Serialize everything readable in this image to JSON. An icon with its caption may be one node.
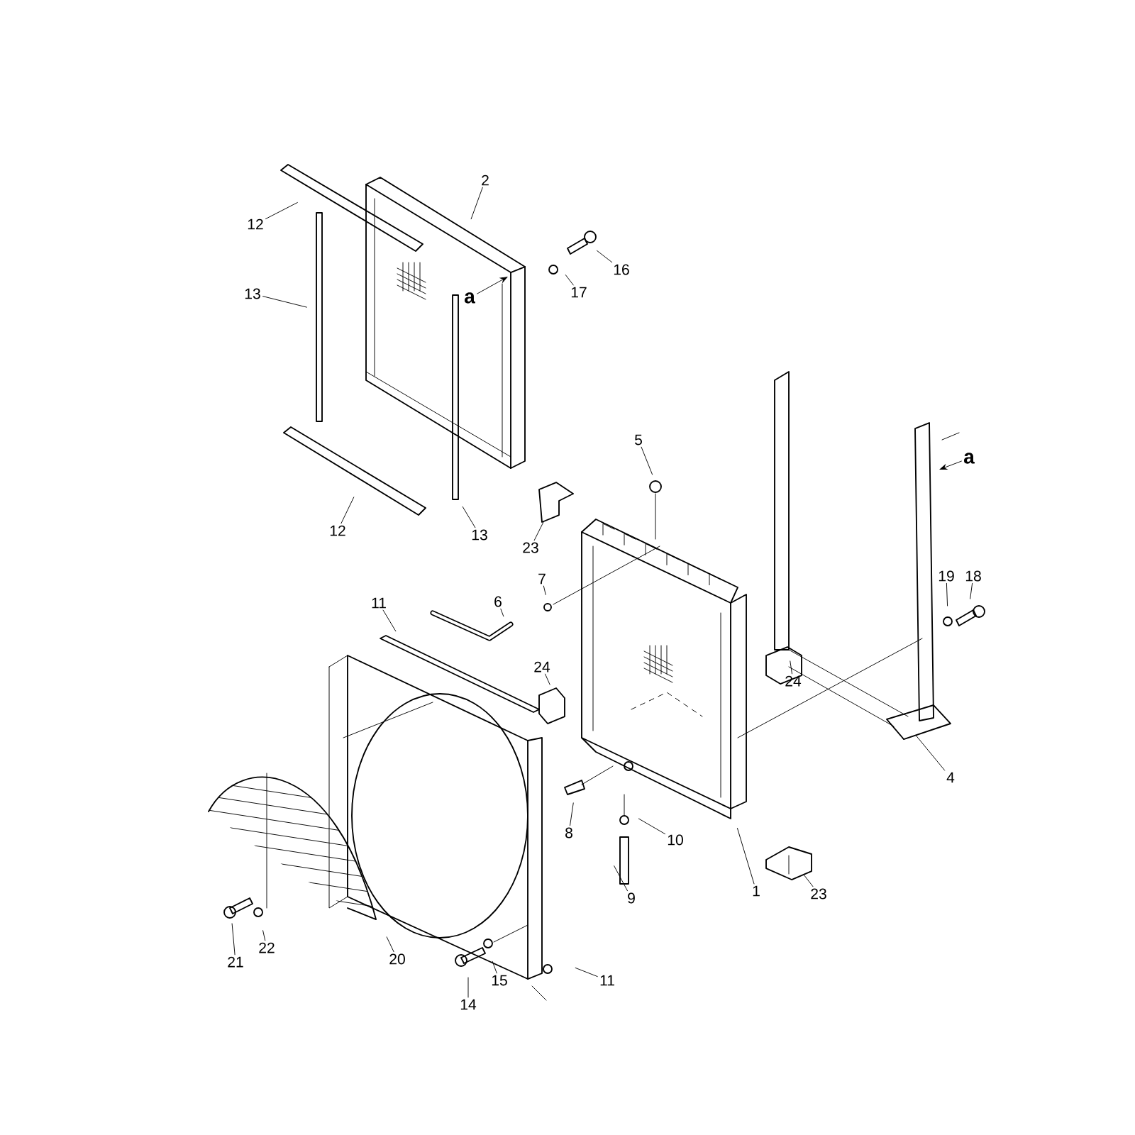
{
  "diagram": {
    "nodes": [
      {
        "text": [
          "2"
        ]
      },
      {
        "text": [
          "12"
        ]
      },
      {
        "text": [
          "16"
        ]
      },
      {
        "text": [
          "17"
        ]
      },
      {
        "text": [
          "a"
        ]
      },
      {
        "text": [
          "13"
        ]
      },
      {
        "text": [
          "12"
        ]
      },
      {
        "text": [
          "13"
        ]
      },
      {
        "text": [
          "23"
        ]
      },
      {
        "text": [
          "5"
        ]
      },
      {
        "text": [
          "a"
        ]
      },
      {
        "text": [
          "7"
        ]
      },
      {
        "text": [
          "6"
        ]
      },
      {
        "text": [
          "11"
        ]
      },
      {
        "text": [
          "19"
        ]
      },
      {
        "text": [
          "18"
        ]
      },
      {
        "text": [
          "24"
        ]
      },
      {
        "text": [
          "24"
        ]
      },
      {
        "text": [
          "4"
        ]
      },
      {
        "text": [
          "8"
        ]
      },
      {
        "text": [
          "10"
        ]
      },
      {
        "text": [
          "9"
        ]
      },
      {
        "text": [
          "1"
        ]
      },
      {
        "text": [
          "23"
        ]
      },
      {
        "text": [
          "22"
        ]
      },
      {
        "text": [
          "21"
        ]
      },
      {
        "text": [
          "20"
        ]
      },
      {
        "text": [
          "15"
        ]
      },
      {
        "text": [
          "11"
        ]
      },
      {
        "text": [
          "14"
        ]
      }
    ],
    "edges": [
      {
        "from": 0,
        "to": null,
        "arrow": "none"
      },
      {
        "from": 1,
        "to": null,
        "arrow": "none"
      },
      {
        "from": 2,
        "to": null,
        "arrow": "none"
      },
      {
        "from": 3,
        "to": null,
        "arrow": "none"
      },
      {
        "from": 4,
        "to": null,
        "arrow": "to"
      },
      {
        "from": 5,
        "to": null,
        "arrow": "none"
      },
      {
        "from": 6,
        "to": null,
        "arrow": "none"
      },
      {
        "from": 7,
        "to": null,
        "arrow": "none"
      },
      {
        "from": 8,
        "to": null,
        "arrow": "none"
      },
      {
        "from": 9,
        "to": null,
        "arrow": "none"
      },
      {
        "from": 10,
        "to": null,
        "arrow": "to"
      },
      {
        "from": 11,
        "to": null,
        "arrow": "none"
      },
      {
        "from": 12,
        "to": null,
        "arrow": "none"
      },
      {
        "from": 13,
        "to": null,
        "arrow": "none"
      },
      {
        "from": 14,
        "to": null,
        "arrow": "none"
      },
      {
        "from": 15,
        "to": null,
        "arrow": "none"
      },
      {
        "from": 16,
        "to": null,
        "arrow": "none"
      },
      {
        "from": 17,
        "to": null,
        "arrow": "none"
      },
      {
        "from": 18,
        "to": null,
        "arrow": "none"
      },
      {
        "from": 19,
        "to": null,
        "arrow": "none"
      },
      {
        "from": 20,
        "to": null,
        "arrow": "none"
      },
      {
        "from": 21,
        "to": null,
        "arrow": "none"
      },
      {
        "from": 22,
        "to": null,
        "arrow": "none"
      },
      {
        "from": 23,
        "to": null,
        "arrow": "none"
      },
      {
        "from": 24,
        "to": null,
        "arrow": "none"
      },
      {
        "from": 25,
        "to": null,
        "arrow": "none"
      },
      {
        "from": 26,
        "to": null,
        "arrow": "none"
      },
      {
        "from": 27,
        "to": null,
        "arrow": "none"
      },
      {
        "from": 28,
        "to": null,
        "arrow": "none"
      },
      {
        "from": 29,
        "to": null,
        "arrow": "none"
      }
    ]
  }
}
